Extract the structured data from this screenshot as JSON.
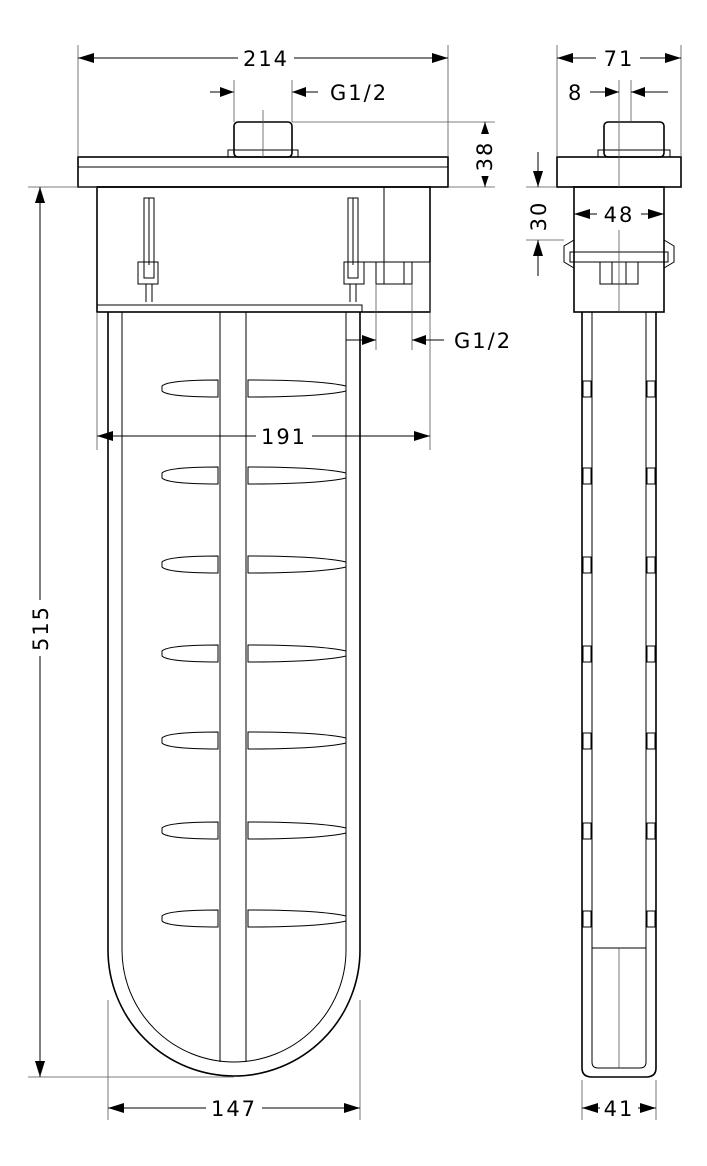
{
  "drawing": {
    "front_view": {
      "dims": {
        "overall_width": "214",
        "inlet_thread": "G1/2",
        "plate_height": "38",
        "body_width": "191",
        "outlet_thread": "G1/2",
        "overall_height": "515",
        "head_width": "147"
      }
    },
    "side_view": {
      "dims": {
        "overall_depth": "71",
        "offset": "8",
        "housing_height": "30",
        "housing_depth": "48",
        "head_depth": "41"
      }
    }
  }
}
